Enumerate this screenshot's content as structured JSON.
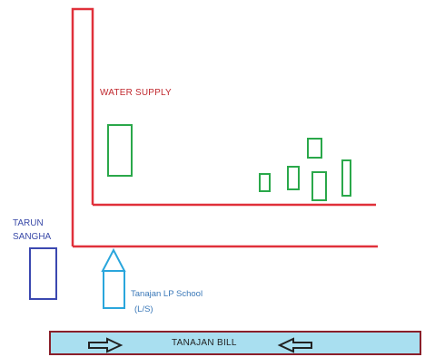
{
  "labels": {
    "water_supply": "WATER SUPPLY",
    "tarun_sangha_line1": "TARUN",
    "tarun_sangha_line2": "SANGHA",
    "school_line1": "Tanajan LP School",
    "school_line2": "(L/S)",
    "bill": "TANAJAN BILL"
  },
  "colors": {
    "road": "#e0303a",
    "building_green": "#2aa84a",
    "building_blue": "#3b48b0",
    "school_cyan": "#2aa6dc",
    "water_fill": "#a9dff0",
    "water_border": "#8a1f2a",
    "label_red": "#c0282e",
    "label_blue": "#3a4aa8",
    "label_school": "#3a78b8",
    "label_bill": "#222222",
    "arrow": "#222222"
  },
  "arrows": [
    "arrow-right-icon",
    "arrow-left-icon"
  ]
}
